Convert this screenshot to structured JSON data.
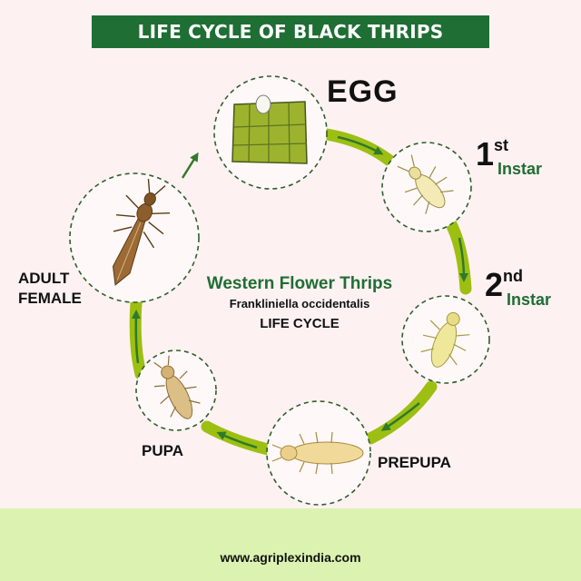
{
  "header": {
    "title": "LIFE CYCLE OF BLACK THRIPS"
  },
  "center": {
    "common_name": "Western Flower Thrips",
    "scientific_name": "Frankliniella occidentalis",
    "caption": "LIFE CYCLE"
  },
  "stages": {
    "egg": "EGG",
    "first_instar": {
      "number": "1",
      "suffix": "st",
      "word": "Instar"
    },
    "second_instar": {
      "number": "2",
      "suffix": "nd",
      "word": "Instar"
    },
    "prepupa": "PREPUPA",
    "pupa": "PUPA",
    "adult_line1": "ADULT",
    "adult_line2": "FEMALE"
  },
  "footer": {
    "url": "www.agriplexindia.com"
  },
  "colors": {
    "title_bg": "#1f6e34",
    "accent_green": "#1f6e34",
    "cycle_ring": "#9dbf12",
    "arrow": "#2f7a2b",
    "footer_bg": "#dcf2b0",
    "page_bg": "#fdf1f1"
  },
  "icons": [
    "egg-on-leaf-icon",
    "first-instar-larva-icon",
    "second-instar-larva-icon",
    "prepupa-icon",
    "pupa-icon",
    "adult-thrips-icon",
    "cycle-arrow-icon"
  ]
}
